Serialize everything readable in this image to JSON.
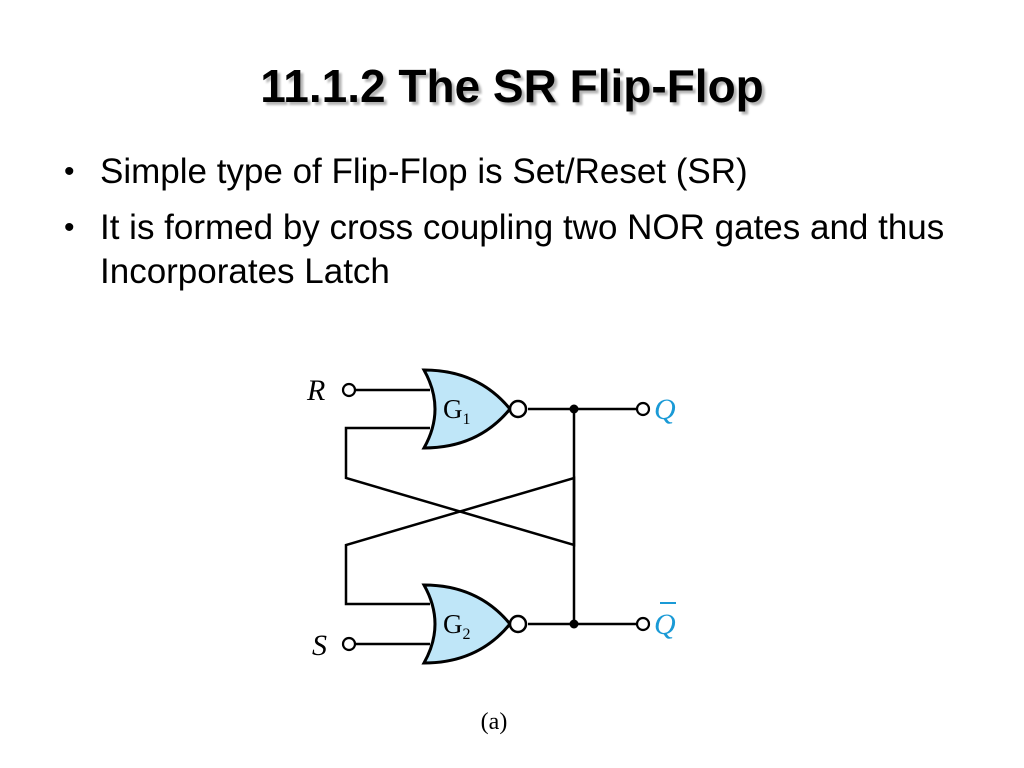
{
  "slide": {
    "title": "11.1.2 The SR Flip-Flop",
    "bullets": [
      "Simple type of Flip-Flop is Set/Reset (SR)",
      "It is formed by cross coupling two NOR gates and thus Incorporates Latch"
    ]
  },
  "diagram": {
    "inputs": {
      "r": "R",
      "s": "S"
    },
    "outputs": {
      "q": "Q",
      "q_bar": "Q"
    },
    "gates": [
      {
        "letter": "G",
        "sub": "1"
      },
      {
        "letter": "G",
        "sub": "2"
      }
    ],
    "caption": "(a)",
    "colors": {
      "gate_fill": "#bfe6f8",
      "output_label": "#1a9ad6",
      "line": "#000000"
    }
  }
}
